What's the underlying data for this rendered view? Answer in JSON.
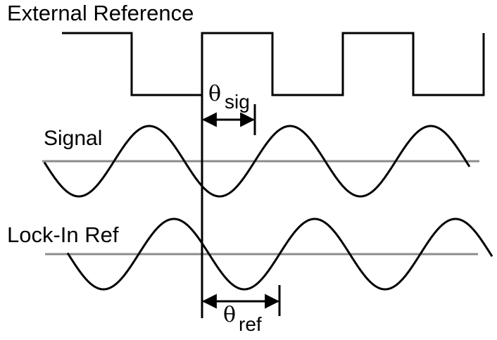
{
  "labels": {
    "external_reference": "External Reference",
    "signal": "Signal",
    "lock_in_ref": "Lock-In Ref"
  },
  "phase_markers": {
    "sig": {
      "symbol": "θ",
      "subscript": "sig"
    },
    "ref": {
      "symbol": "θ",
      "subscript": "ref"
    }
  }
}
